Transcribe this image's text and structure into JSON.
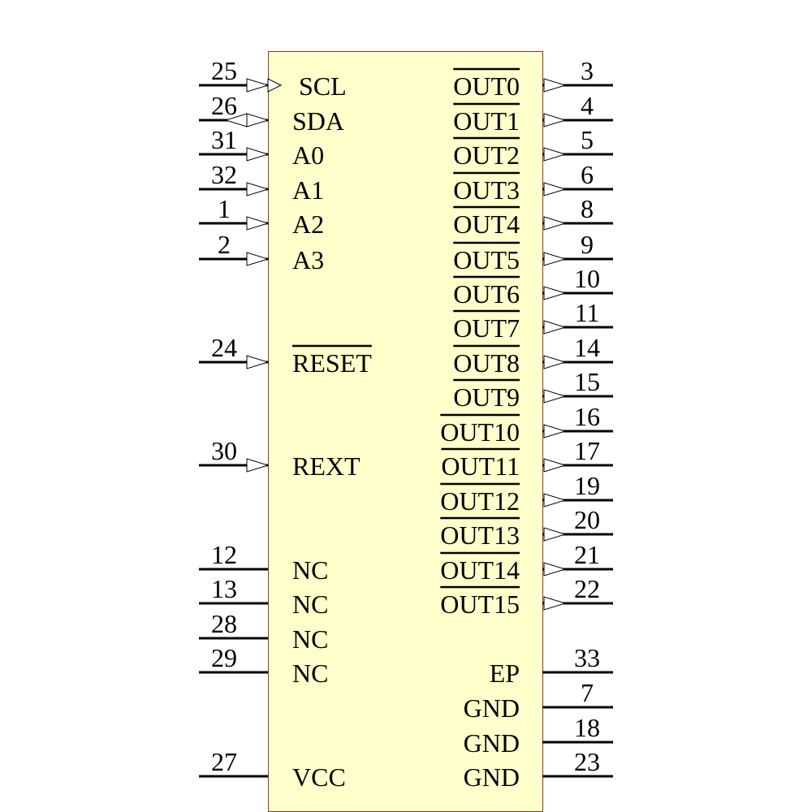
{
  "component": {
    "body_color": "#ffffcc",
    "border_color": "#8b3a1a",
    "left_pins": [
      {
        "num": "25",
        "name": "SCL",
        "dir": "in-clock",
        "active_low": false
      },
      {
        "num": "26",
        "name": "SDA",
        "dir": "bidir",
        "active_low": false
      },
      {
        "num": "31",
        "name": "A0",
        "dir": "in",
        "active_low": false
      },
      {
        "num": "32",
        "name": "A1",
        "dir": "in",
        "active_low": false
      },
      {
        "num": "1",
        "name": "A2",
        "dir": "in",
        "active_low": false
      },
      {
        "num": "2",
        "name": "A3",
        "dir": "in",
        "active_low": false
      },
      {
        "num": "24",
        "name": "RESET",
        "dir": "in",
        "active_low": true
      },
      {
        "num": "30",
        "name": "REXT",
        "dir": "in",
        "active_low": false
      },
      {
        "num": "12",
        "name": "NC",
        "dir": "passive",
        "active_low": false
      },
      {
        "num": "13",
        "name": "NC",
        "dir": "passive",
        "active_low": false
      },
      {
        "num": "28",
        "name": "NC",
        "dir": "passive",
        "active_low": false
      },
      {
        "num": "29",
        "name": "NC",
        "dir": "passive",
        "active_low": false
      },
      {
        "num": "27",
        "name": "VCC",
        "dir": "passive",
        "active_low": false
      }
    ],
    "right_pins": [
      {
        "num": "3",
        "name": "OUT0",
        "dir": "out",
        "active_low": true
      },
      {
        "num": "4",
        "name": "OUT1",
        "dir": "out",
        "active_low": true
      },
      {
        "num": "5",
        "name": "OUT2",
        "dir": "out",
        "active_low": true
      },
      {
        "num": "6",
        "name": "OUT3",
        "dir": "out",
        "active_low": true
      },
      {
        "num": "8",
        "name": "OUT4",
        "dir": "out",
        "active_low": true
      },
      {
        "num": "9",
        "name": "OUT5",
        "dir": "out",
        "active_low": true
      },
      {
        "num": "10",
        "name": "OUT6",
        "dir": "out",
        "active_low": true
      },
      {
        "num": "11",
        "name": "OUT7",
        "dir": "out",
        "active_low": true
      },
      {
        "num": "14",
        "name": "OUT8",
        "dir": "out",
        "active_low": true
      },
      {
        "num": "15",
        "name": "OUT9",
        "dir": "out",
        "active_low": true
      },
      {
        "num": "16",
        "name": "OUT10",
        "dir": "out",
        "active_low": true
      },
      {
        "num": "17",
        "name": "OUT11",
        "dir": "out",
        "active_low": true
      },
      {
        "num": "19",
        "name": "OUT12",
        "dir": "out",
        "active_low": true
      },
      {
        "num": "20",
        "name": "OUT13",
        "dir": "out",
        "active_low": true
      },
      {
        "num": "21",
        "name": "OUT14",
        "dir": "out",
        "active_low": true
      },
      {
        "num": "22",
        "name": "OUT15",
        "dir": "out",
        "active_low": true
      },
      {
        "num": "33",
        "name": "EP",
        "dir": "passive",
        "active_low": false
      },
      {
        "num": "7",
        "name": "GND",
        "dir": "passive",
        "active_low": false
      },
      {
        "num": "18",
        "name": "GND",
        "dir": "passive",
        "active_low": false
      },
      {
        "num": "23",
        "name": "GND",
        "dir": "passive",
        "active_low": false
      }
    ]
  }
}
